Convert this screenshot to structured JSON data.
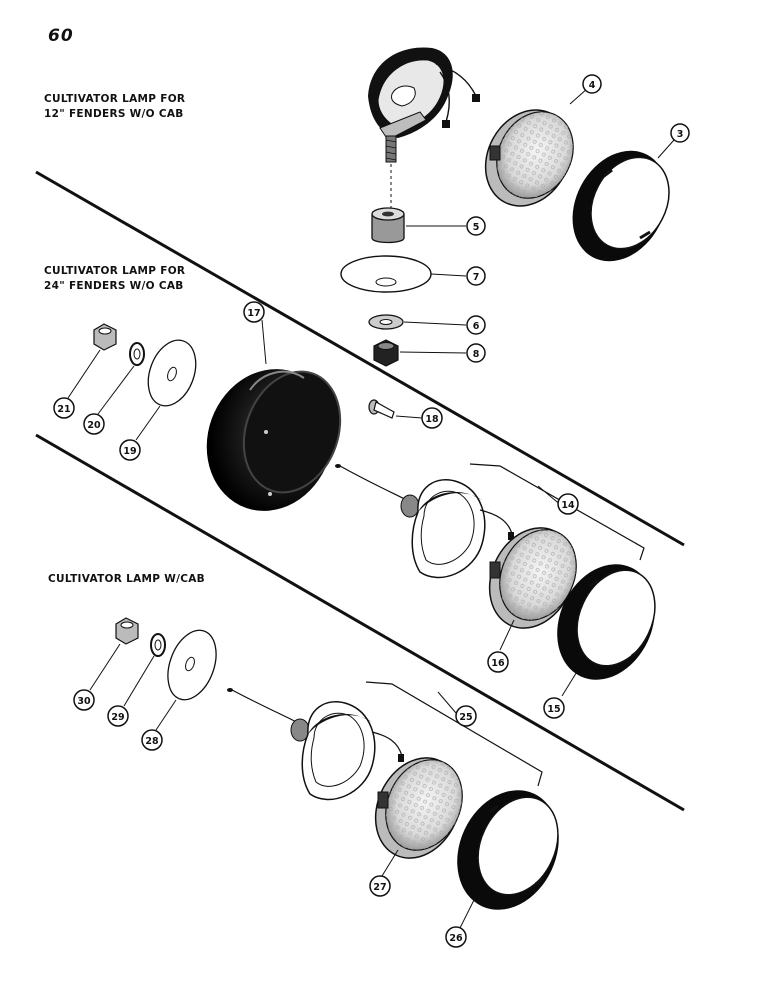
{
  "page_number": "60",
  "sections": [
    {
      "line1": "CULTIVATOR LAMP FOR",
      "line2": "12\" FENDERS W/O CAB"
    },
    {
      "line1": "CULTIVATOR LAMP FOR",
      "line2": "24\" FENDERS W/O CAB"
    },
    {
      "line1": "CULTIVATOR LAMP W/CAB",
      "line2": ""
    }
  ],
  "callouts": {
    "c3": "3",
    "c4": "4",
    "c5": "5",
    "c6": "6",
    "c7": "7",
    "c8": "8",
    "c14": "14",
    "c15": "15",
    "c16": "16",
    "c17": "17",
    "c18": "18",
    "c19": "19",
    "c20": "20",
    "c21": "21",
    "c25": "25",
    "c26": "26",
    "c27": "27",
    "c28": "28",
    "c29": "29",
    "c30": "30"
  }
}
